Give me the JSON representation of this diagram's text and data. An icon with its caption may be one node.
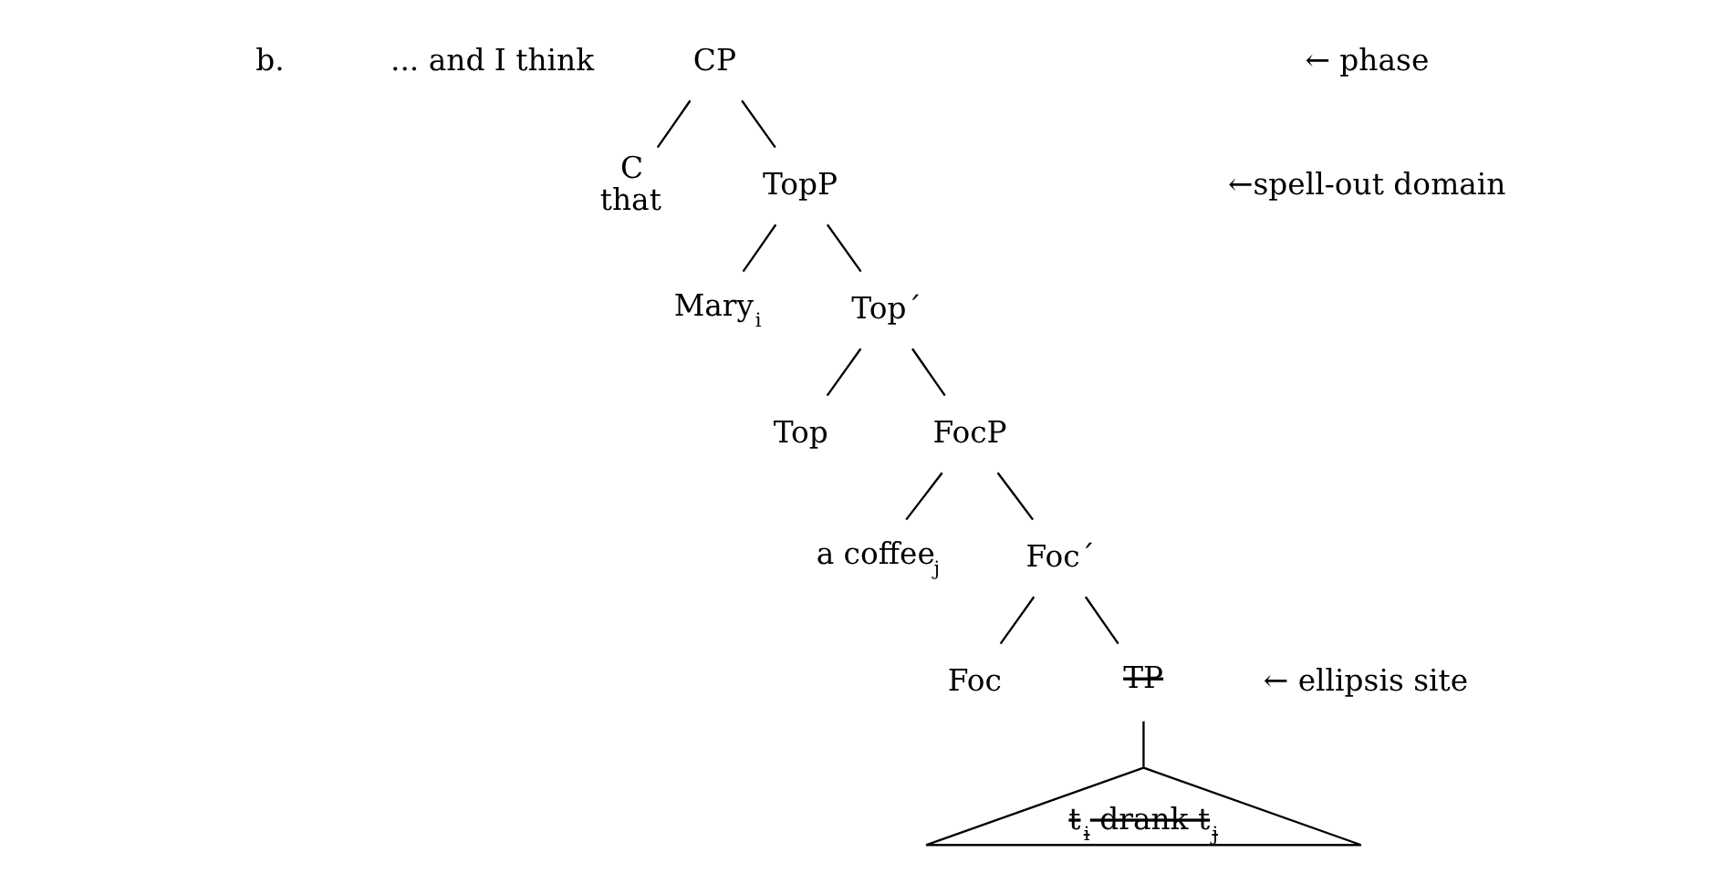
{
  "diagram": {
    "nodes": [
      {
        "text": [
          "CP"
        ]
      },
      {
        "text": [
          "C",
          "that"
        ]
      },
      {
        "text": [
          "TopP"
        ]
      },
      {
        "text": [
          "Mary$_{i}$"
        ]
      },
      {
        "text": [
          "Top´"
        ]
      },
      {
        "text": [
          "Top"
        ]
      },
      {
        "text": [
          "FocP"
        ]
      },
      {
        "text": [
          "a coffee$_{j}$"
        ]
      },
      {
        "text": [
          "Foc´"
        ]
      },
      {
        "text": [
          "Foc"
        ]
      },
      {
        "text": [
          "TP"
        ]
      },
      {
        "text": [
          "t$_{i}$ drank t$_{j}$"
        ]
      }
    ],
    "edges": [
      {
        "from": 0,
        "to": 1,
        "arrow": "none"
      },
      {
        "from": 0,
        "to": 2,
        "arrow": "none"
      },
      {
        "from": 2,
        "to": 3,
        "arrow": "none"
      },
      {
        "from": 2,
        "to": 4,
        "arrow": "none"
      },
      {
        "from": 4,
        "to": 5,
        "arrow": "none"
      },
      {
        "from": 4,
        "to": 6,
        "arrow": "none"
      },
      {
        "from": 6,
        "to": 7,
        "arrow": "none"
      },
      {
        "from": 6,
        "to": 8,
        "arrow": "none"
      },
      {
        "from": 8,
        "to": 9,
        "arrow": "none"
      },
      {
        "from": 8,
        "to": 10,
        "arrow": "none"
      },
      {
        "from": 10,
        "to": 11,
        "arrow": "none"
      }
    ],
    "labels": [
      "b.",
      "... and I think",
      "← phase",
      "←spell-out domain",
      "← ellipsis site"
    ]
  }
}
